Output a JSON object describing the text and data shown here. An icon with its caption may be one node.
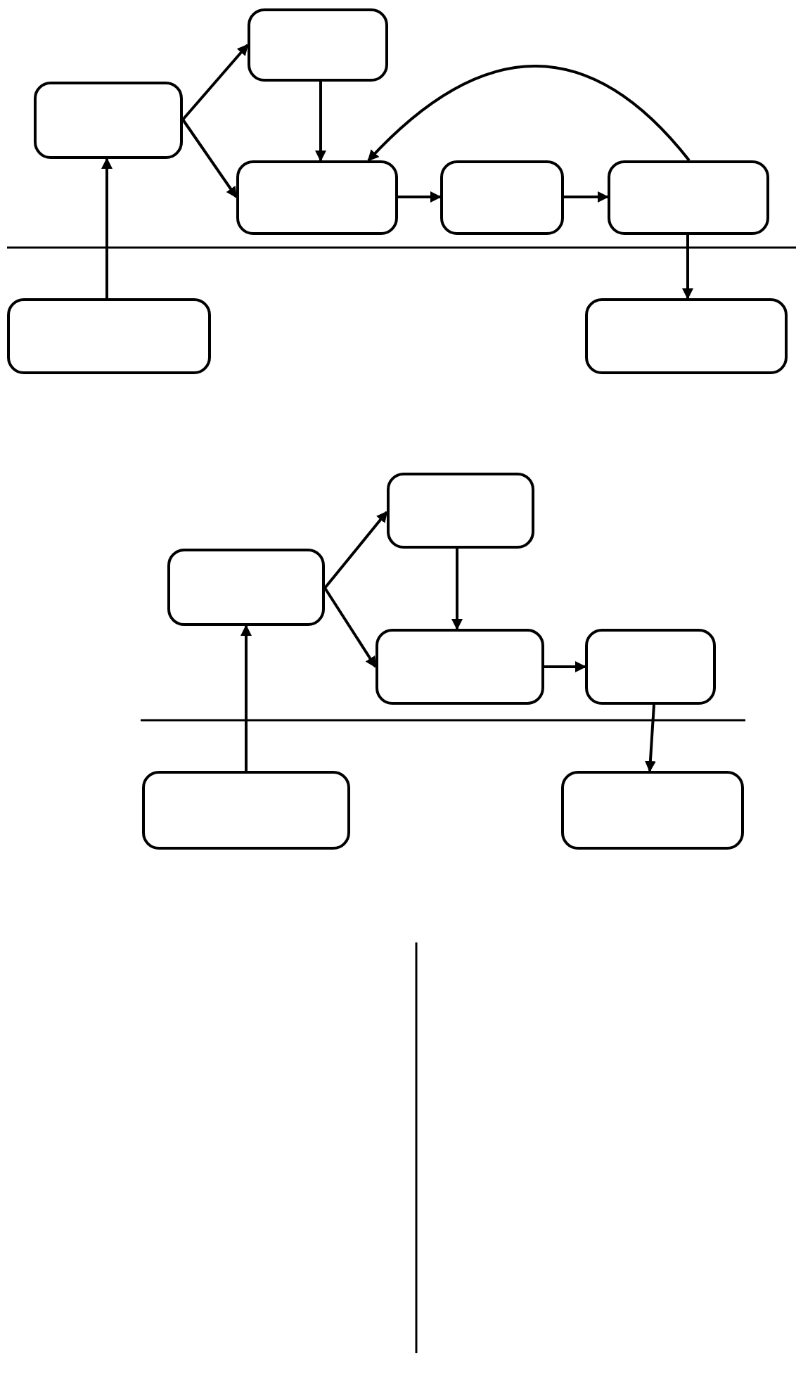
{
  "diagram": {
    "nodes": [
      {
        "text": [],
        "shape": "box"
      },
      {
        "text": [],
        "shape": "box"
      },
      {
        "text": [],
        "shape": "box"
      },
      {
        "text": [],
        "shape": "box"
      },
      {
        "text": [],
        "shape": "box"
      },
      {
        "text": [],
        "shape": "box"
      },
      {
        "text": [],
        "shape": "box"
      },
      {
        "text": [],
        "shape": "box"
      },
      {
        "text": [],
        "shape": "box"
      },
      {
        "text": [],
        "shape": "box"
      },
      {
        "text": [],
        "shape": "box"
      },
      {
        "text": [],
        "shape": "box"
      },
      {
        "text": [],
        "shape": "box"
      }
    ],
    "edges": [
      {
        "from": 5,
        "to": 0,
        "arrow": "to"
      },
      {
        "from": 0,
        "to": 1,
        "arrow": "to"
      },
      {
        "from": 0,
        "to": 2,
        "arrow": "to"
      },
      {
        "from": 1,
        "to": 2,
        "arrow": "to"
      },
      {
        "from": 2,
        "to": 3,
        "arrow": "to"
      },
      {
        "from": 3,
        "to": 4,
        "arrow": "to"
      },
      {
        "from": 4,
        "to": 2,
        "arrow": "to"
      },
      {
        "from": 4,
        "to": 6,
        "arrow": "to"
      },
      {
        "from": 11,
        "to": 7,
        "arrow": "to"
      },
      {
        "from": 7,
        "to": 8,
        "arrow": "to"
      },
      {
        "from": 7,
        "to": 9,
        "arrow": "to"
      },
      {
        "from": 8,
        "to": 9,
        "arrow": "to"
      },
      {
        "from": 9,
        "to": 10,
        "arrow": "to"
      },
      {
        "from": 10,
        "to": 12,
        "arrow": "to"
      }
    ]
  }
}
